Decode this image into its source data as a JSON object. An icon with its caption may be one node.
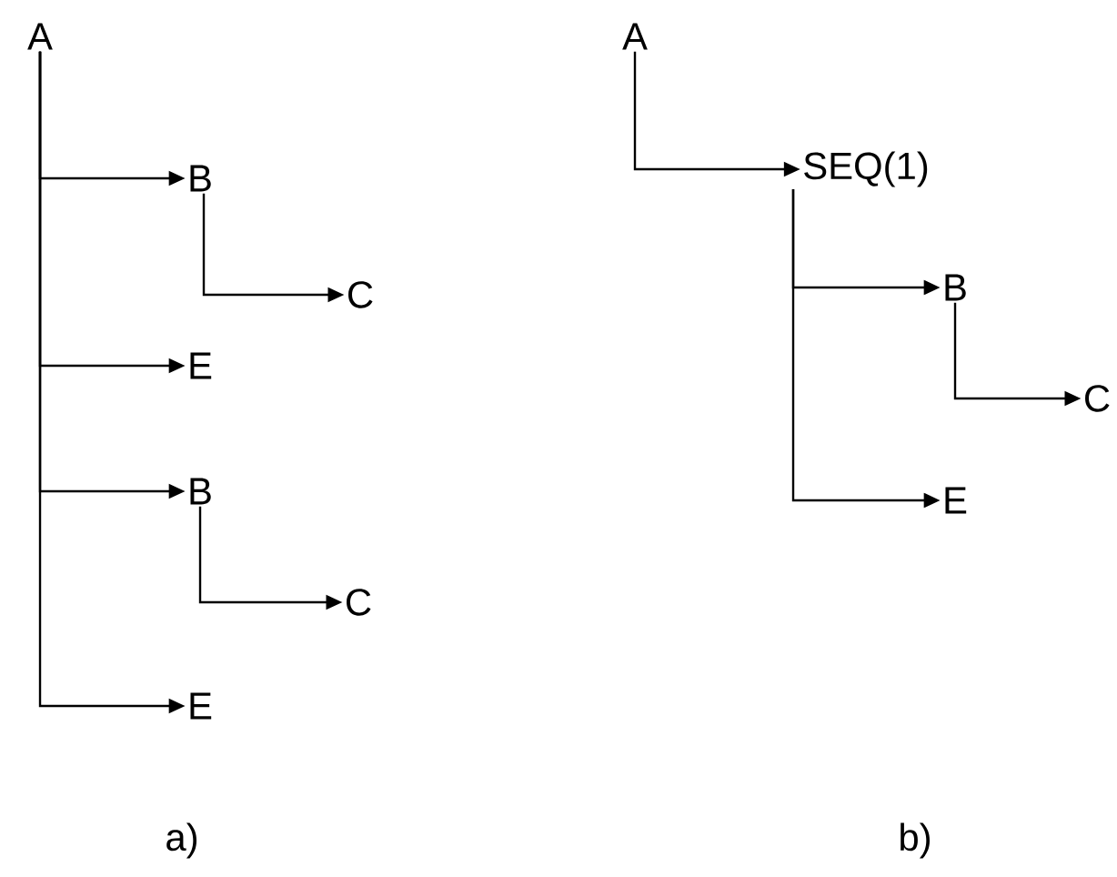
{
  "diagram": {
    "nodes": [
      {
        "text": [
          "A"
        ]
      },
      {
        "text": [
          "B"
        ]
      },
      {
        "text": [
          "C"
        ]
      },
      {
        "text": [
          "E"
        ]
      },
      {
        "text": [
          "B"
        ]
      },
      {
        "text": [
          "C"
        ]
      },
      {
        "text": [
          "E"
        ]
      },
      {
        "text": [
          "A"
        ]
      },
      {
        "text": [
          "SEQ(1)"
        ]
      },
      {
        "text": [
          "B"
        ]
      },
      {
        "text": [
          "C"
        ]
      },
      {
        "text": [
          "E"
        ]
      }
    ],
    "edges": [
      {
        "from": 0,
        "to": 1,
        "arrow": "to"
      },
      {
        "from": 1,
        "to": 2,
        "arrow": "to"
      },
      {
        "from": 0,
        "to": 3,
        "arrow": "to"
      },
      {
        "from": 0,
        "to": 4,
        "arrow": "to"
      },
      {
        "from": 4,
        "to": 5,
        "arrow": "to"
      },
      {
        "from": 0,
        "to": 6,
        "arrow": "to"
      },
      {
        "from": 7,
        "to": 8,
        "arrow": "to"
      },
      {
        "from": 8,
        "to": 9,
        "arrow": "to"
      },
      {
        "from": 9,
        "to": 10,
        "arrow": "to"
      },
      {
        "from": 8,
        "to": 11,
        "arrow": "to"
      }
    ],
    "labels": [
      "a)",
      "b)"
    ]
  }
}
